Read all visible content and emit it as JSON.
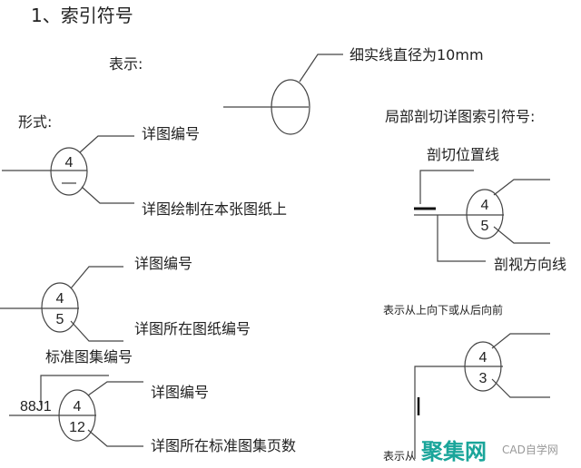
{
  "title": "1、索引符号",
  "representation": {
    "label": "表示:",
    "annotation": "细实线直径为10mm"
  },
  "forms": {
    "label": "形式:",
    "symbol_same_sheet": {
      "top": "4",
      "bottom": "—",
      "top_label": "详图编号",
      "bottom_label": "详图绘制在本张图纸上"
    },
    "symbol_other_sheet": {
      "top": "4",
      "bottom": "5",
      "top_label": "详图编号",
      "bottom_label": "详图所在图纸编号"
    },
    "symbol_standard_atlas": {
      "atlas_label": "标准图集编号",
      "atlas_code": "88J1",
      "top": "4",
      "bottom": "12",
      "top_label": "详图编号",
      "bottom_label": "详图所在标准图集页数"
    }
  },
  "section_index": {
    "label": "局部剖切详图索引符号:",
    "cut_line_label": "剖切位置线",
    "symbol1": {
      "top": "4",
      "bottom": "5",
      "direction_label": "剖视方向线"
    },
    "note1": "表示从上向下或从后向前",
    "symbol2": {
      "top": "4",
      "bottom": "3"
    },
    "note2": "表示从"
  },
  "watermark": {
    "main": "聚集网",
    "sub": "CAD自学网",
    "color": "#1aa59a"
  }
}
